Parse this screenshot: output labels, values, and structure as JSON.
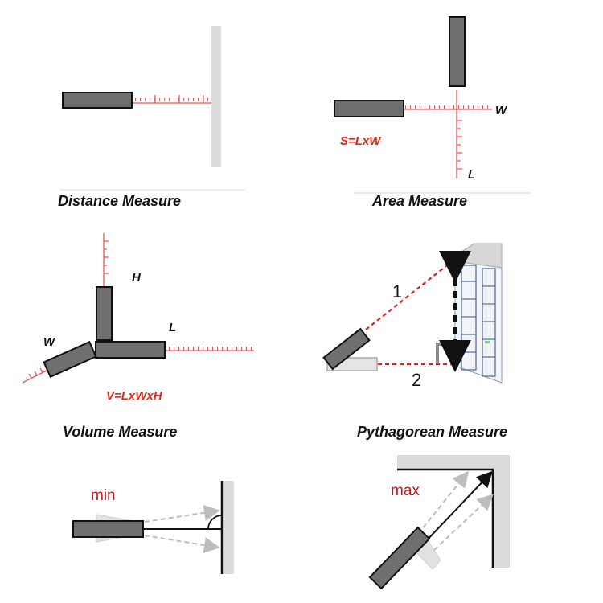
{
  "distance": {
    "caption": "Distance Measure"
  },
  "area": {
    "caption": "Area Measure",
    "formula": "S=LxW",
    "label_w": "W",
    "label_l": "L"
  },
  "volume": {
    "caption": "Volume Measure",
    "formula": "V=LxWxH",
    "label_h": "H",
    "label_l": "L",
    "label_w": "W"
  },
  "pythagorean": {
    "caption": "Pythagorean Measure",
    "label_1": "1",
    "label_2": "2"
  },
  "min_panel": {
    "label": "min"
  },
  "max_panel": {
    "label": "max"
  },
  "colors": {
    "device": "#6f6f6f",
    "ruler": "#e25a5a",
    "laser": "#e02020",
    "formula": "#e8231c",
    "wall": "#dcdcdc"
  }
}
